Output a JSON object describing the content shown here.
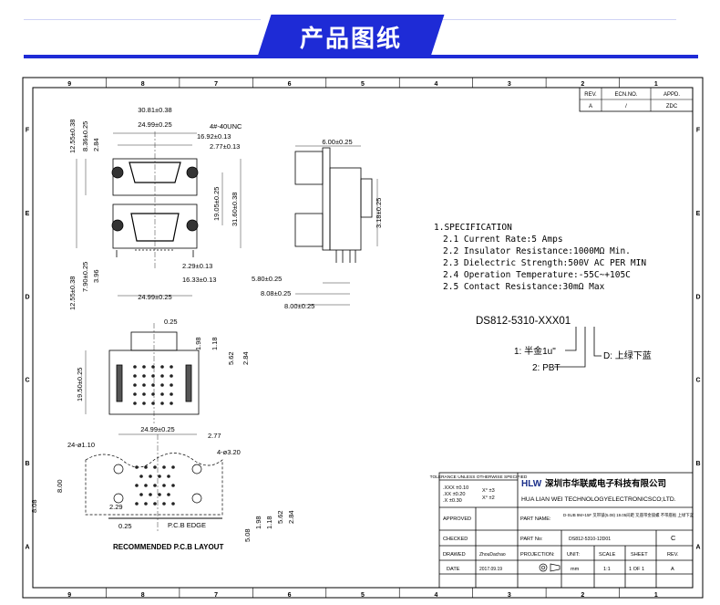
{
  "banner": {
    "title": "产品图纸"
  },
  "frame": {
    "columns": [
      "9",
      "8",
      "7",
      "6",
      "5",
      "4",
      "3",
      "2",
      "1"
    ],
    "rows": [
      "F",
      "E",
      "D",
      "C",
      "B",
      "A"
    ]
  },
  "revision": {
    "headers": [
      "REV.",
      "ECN.NO.",
      "APPD."
    ],
    "values": [
      "A",
      "/",
      "ZDC"
    ]
  },
  "dims": {
    "top_view": [
      "30.81±0.38",
      "24.99±0.25",
      "4#-40UNC",
      "16.92±0.13",
      "2.77±0.13",
      "12.55±0.38",
      "8.36±0.25",
      "2.84",
      "19.05±0.25",
      "31.60±0.38",
      "12.55±0.38",
      "7.90±0.25",
      "3.96",
      "2.29±0.13",
      "16.33±0.13",
      "24.99±0.25"
    ],
    "side_view": [
      "6.00±0.25",
      "3.18±0.25",
      "5.80±0.25",
      "8.08±0.25",
      "8.00±0.25"
    ],
    "back_view": [
      "0.25",
      "1.98",
      "1.18",
      "5.62",
      "2.84",
      "19.50±0.25"
    ],
    "pcb_layout": [
      "24.99±0.25",
      "2.77",
      "24-ø1.10",
      "4-ø3.20",
      "8.08",
      "8.00",
      "2.29",
      "0.25",
      "P.C.B EDGE",
      "RECOMMENDED P.C.B LAYOUT",
      "5.08",
      "1.98",
      "1.18",
      "5.62",
      "2.84"
    ]
  },
  "specification": {
    "title": "1.SPECIFICATION",
    "items": [
      "2.1 Current Rate:5 Amps",
      "2.2 Insulator Resistance:1000MΩ Min.",
      "2.3 Dielectric Strength:500V AC PER MIN",
      "2.4 Operation Temperature:-55C~+105C",
      "2.5 Contact Resistance:30mΩ Max"
    ]
  },
  "part_code": {
    "code": "DS812-5310-XXX01",
    "note_plating": "1: 半金1u\"",
    "note_color": "D: 上绿下蓝",
    "note_material": "2: PBT"
  },
  "title_block": {
    "tolerance_title": "TOLERANCE UNLESS OTHERWISE SPECIFIED",
    "tolerances": [
      ".XXX ±0.10",
      ".XX ±0.20",
      ".X ±0.30"
    ],
    "angle_tol": [
      "X° ±3",
      "X° ±2"
    ],
    "company_logo": "HLW",
    "company_cn": "深圳市华联威电子科技有限公司",
    "company_en": "HUA LIAN WEI TECHNOLOGYELECTRONICSCO;LTD.",
    "approved_label": "APPROVED",
    "part_name_label": "PART NAME:",
    "part_name": "D-SUB 9M+15F 叉带锁(5.08) 19.05间距 叉座带金锁螺 不带座板 上绿下蓝",
    "checked_label": "CHECKED",
    "part_no_label": "PART No:",
    "part_no": "DS812-5310-12D01",
    "part_rev": "C",
    "drawn_label": "DRAWED",
    "drawn_by": "ZhouDachao",
    "projection_label": "PROJECTION:",
    "unit_label": "UNIT:",
    "scale_label": "SCALE",
    "sheet_label": "SHEET",
    "rev_label": "REV.",
    "date_label": "DATE",
    "date": "2017.09.19",
    "unit": "mm",
    "scale": "1:1",
    "sheet": "1 OF 1",
    "rev": "A"
  }
}
